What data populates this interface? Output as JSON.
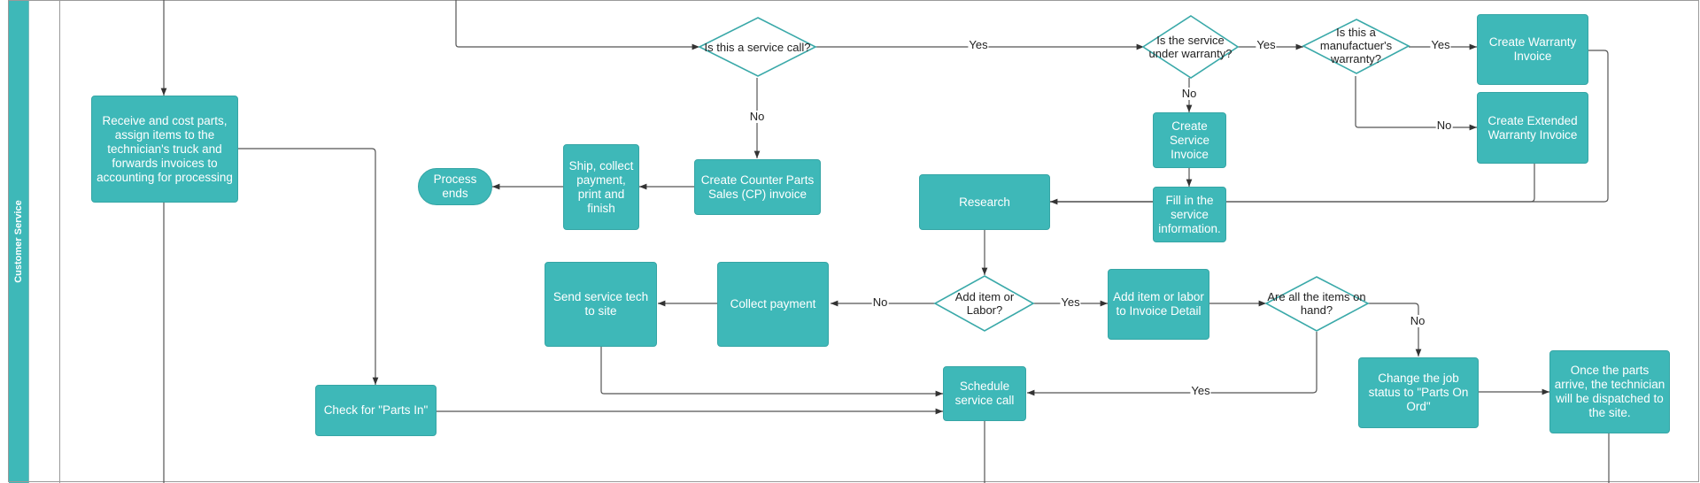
{
  "lane": {
    "label": "Customer Service"
  },
  "nodes": {
    "receive_parts": "Receive and cost parts, assign items to the technician's truck and forwards invoices to accounting for processing",
    "check_parts_in": "Check for \"Parts In\"",
    "process_ends": "Process ends",
    "ship_collect": "Ship, collect payment, print and finish",
    "counter_sales": "Create Counter Parts Sales (CP) invoice",
    "service_call_q": "Is this a service call?",
    "under_warranty_q": "Is the service under warranty?",
    "manufacturer_warranty_q": "Is this a manufactuer's warranty?",
    "warranty_invoice": "Create Warranty Invoice",
    "extended_warranty_invoice": "Create Extended Warranty Invoice",
    "service_invoice": "Create Service Invoice",
    "fill_service_info": "Fill in the service information.",
    "research": "Research",
    "add_item_q": "Add item or Labor?",
    "add_to_invoice": "Add item or labor to Invoice Detail",
    "items_on_hand_q": "Are all the items on hand?",
    "collect_payment": "Collect payment",
    "send_tech": "Send service tech to site",
    "schedule_call": "Schedule service call",
    "parts_on_ord": "Change the job status to \"Parts On Ord\"",
    "parts_arrive": "Once the parts arrive, the technician will be dispatched to the site."
  },
  "edge_labels": {
    "service_yes": "Yes",
    "service_no": "No",
    "warranty_yes": "Yes",
    "warranty_no": "No",
    "manufacturer_yes": "Yes",
    "manufacturer_no": "No",
    "add_item_yes": "Yes",
    "add_item_no": "No",
    "on_hand_no": "No",
    "on_hand_yes": "Yes"
  },
  "colors": {
    "node_fill": "#3eb8b8",
    "node_text": "#ffffff",
    "line": "#555555",
    "lane": "#3eb8b8"
  }
}
